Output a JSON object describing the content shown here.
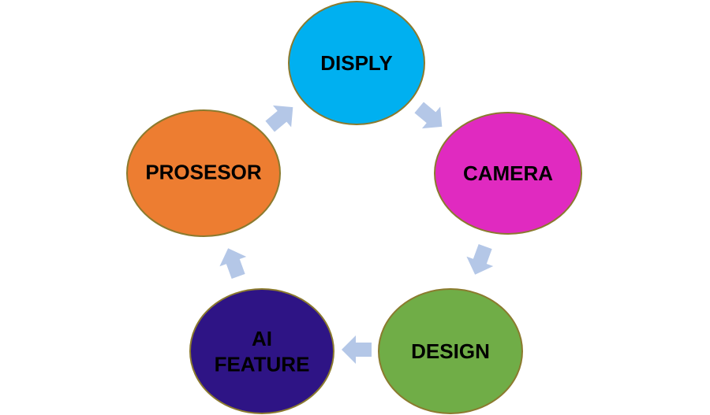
{
  "cycle": {
    "nodes": [
      {
        "id": "display",
        "label_lines": [
          "DISPLY"
        ],
        "color": "#00B0F0"
      },
      {
        "id": "camera",
        "label_lines": [
          "CAMERA"
        ],
        "color": "#E02AC0"
      },
      {
        "id": "design",
        "label_lines": [
          "DESIGN"
        ],
        "color": "#70AD47"
      },
      {
        "id": "ai-feature",
        "label_lines": [
          "AI",
          "FEATURE"
        ],
        "color": "#2E1485"
      },
      {
        "id": "processor",
        "label_lines": [
          "PROSESOR"
        ],
        "color": "#ED7D31"
      }
    ],
    "outline_color": "#8B7A2E",
    "arrow_color": "#B4C7E7"
  }
}
